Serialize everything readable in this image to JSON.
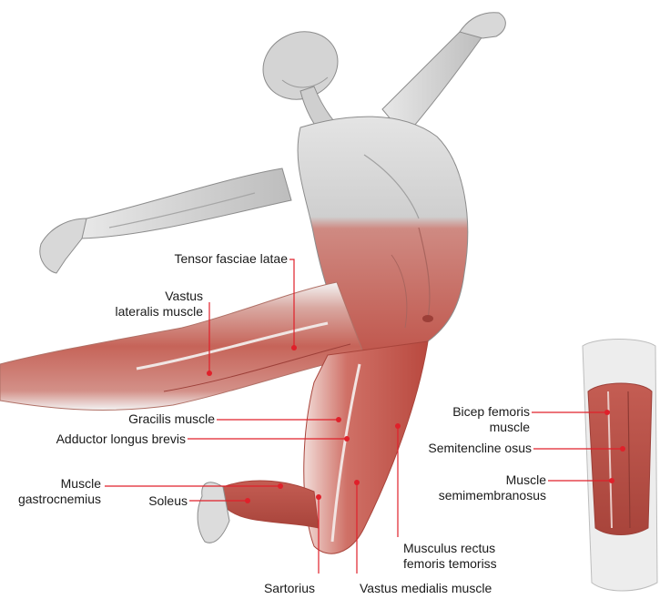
{
  "colors": {
    "leader": "#e0202a",
    "muscle": "#c8655c",
    "muscle_dark": "#9c3f38",
    "skin": "#d6d6d6",
    "skin_dark": "#9a9a9a",
    "text": "#1a1a1a"
  },
  "labels": {
    "tensor_fasciae_latae": "Tensor fasciae latae",
    "vastus_lateralis": "Vastus\nlateralis muscle",
    "gracilis": "Gracilis muscle",
    "adductor_longus": "Adductor longus brevis",
    "gastrocnemius": "Muscle\ngastrocnemius",
    "soleus": "Soleus",
    "sartorius": "Sartorius",
    "vastus_medialis": "Vastus medialis muscle",
    "rectus_femoris": "Musculus rectus\nfemoris temoriss",
    "bicep_femoris": "Bicep femoris\nmuscle",
    "semitendinosus": "Semitencline osus",
    "semimembranosus": "Muscle\nsemimembranosus"
  }
}
